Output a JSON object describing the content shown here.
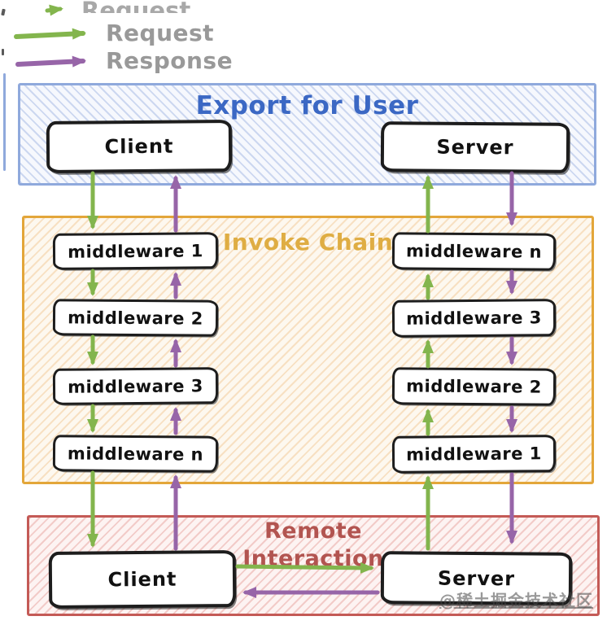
{
  "legend": {
    "request_label": "Request",
    "response_label": "Response",
    "clipped_label": "Request"
  },
  "sections": {
    "export": {
      "title": "Export for User",
      "client_label": "Client",
      "server_label": "Server"
    },
    "invoke": {
      "title": "Invoke Chain",
      "left_middlewares": [
        "middleware 1",
        "middleware 2",
        "middleware 3",
        "middleware n"
      ],
      "right_middlewares": [
        "middleware n",
        "middleware 3",
        "middleware 2",
        "middleware 1"
      ]
    },
    "remote": {
      "title_line1": "Remote",
      "title_line2": "Interaction",
      "client_label": "Client",
      "server_label": "Server"
    }
  },
  "watermark": "@稀土掘金技术社区",
  "colors": {
    "request_green": "#83b54d",
    "response_purple": "#9765a8",
    "export_border": "#8fa9dc",
    "export_title": "#3b68c4",
    "invoke_border": "#e3a63a",
    "invoke_title": "#dfad43",
    "remote_border": "#c45a56",
    "remote_title": "#b25450",
    "legend_text": "#999999",
    "box_border": "#1d1d1d"
  }
}
